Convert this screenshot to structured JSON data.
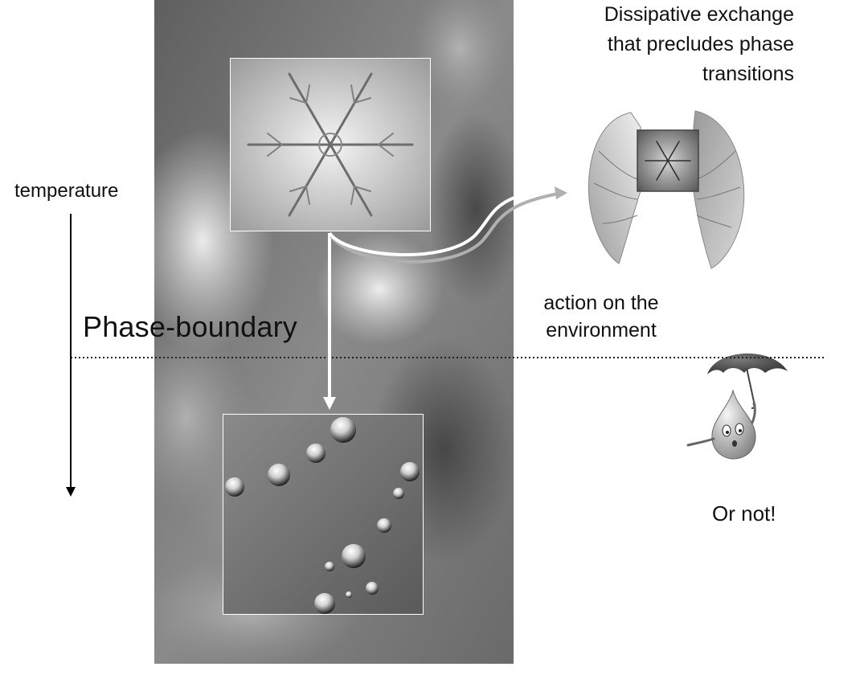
{
  "labels": {
    "temperature": "temperature",
    "phase_boundary": "Phase-boundary",
    "dissipative": "Dissipative exchange\nthat precludes phase\ntransitions",
    "action": "action on the\nenvironment",
    "or_not": "Or not!"
  },
  "icons": {
    "snowflake": "snowflake-icon",
    "droplets": "water-droplets-icon",
    "angel_wings": "angel-wings-icon",
    "umbrella_drop": "umbrella-droplet-character-icon",
    "temperature_arrow": "down-arrow-icon"
  }
}
